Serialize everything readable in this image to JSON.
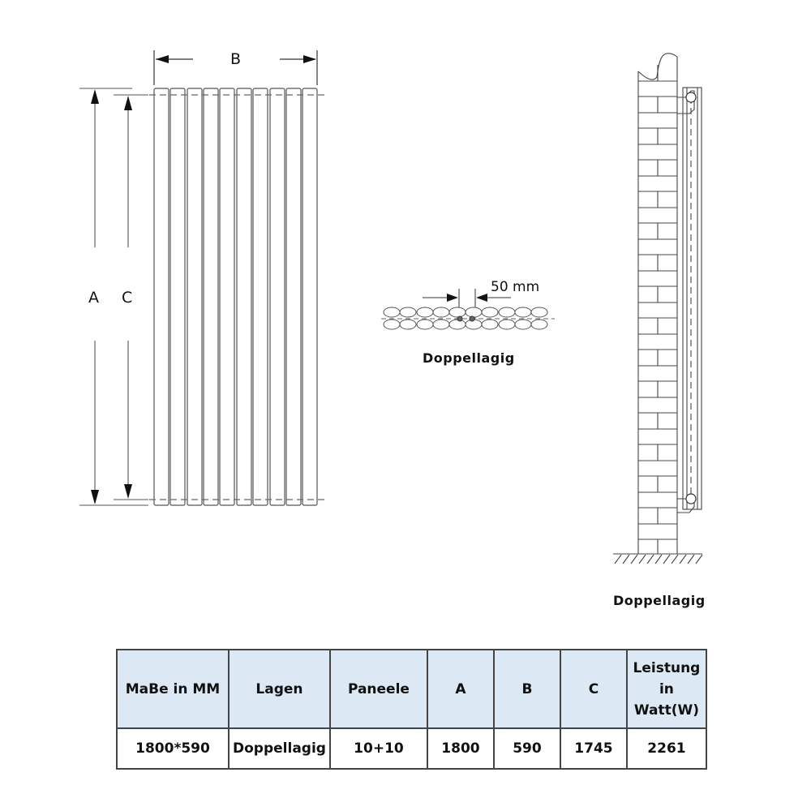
{
  "front_view": {
    "label_b": "B",
    "label_a": "A",
    "label_c": "C",
    "tube_count": 10
  },
  "top_view": {
    "spacing_label": "50 mm",
    "caption": "Doppellagig"
  },
  "side_view": {
    "caption": "Doppellagig"
  },
  "table": {
    "headers": [
      "MaBe in MM",
      "Lagen",
      "Paneele",
      "A",
      "B",
      "C",
      "Leistung in Watt(W)"
    ],
    "header_lines": {
      "leistung_1": "Leistung",
      "leistung_2": "in",
      "leistung_3": "Watt(W)"
    },
    "rows": [
      [
        "1800*590",
        "Doppellagig",
        "10+10",
        "1800",
        "590",
        "1745",
        "2261"
      ]
    ]
  },
  "colors": {
    "header_bg": "#dce8f4",
    "line": "#444444"
  }
}
